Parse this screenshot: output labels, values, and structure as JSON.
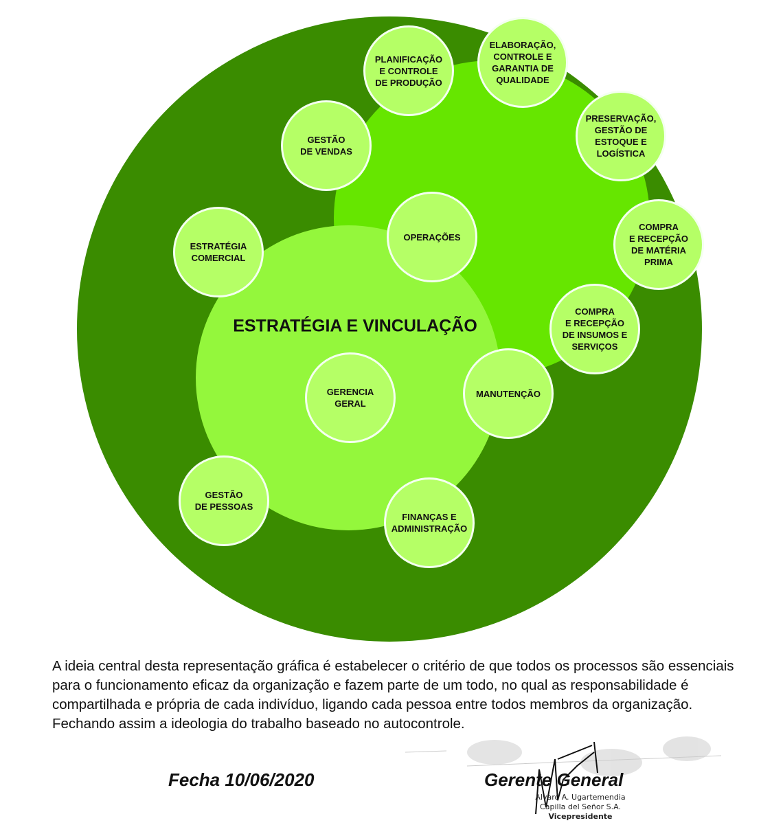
{
  "diagram": {
    "center_title": "ESTRATÉGIA E VINCULAÇÃO",
    "nodes": [
      {
        "id": "planificacao",
        "label": "PLANIFICAÇÃO\nE CONTROLE\nDE PRODUÇÃO"
      },
      {
        "id": "elaboracao",
        "label": "ELABORAÇÃO,\nCONTROLE E\nGARANTIA DE\nQUALIDADE"
      },
      {
        "id": "preservacao",
        "label": "PRESERVAÇÃO,\nGESTÃO DE\nESTOQUE E\nLOGÍSTICA"
      },
      {
        "id": "gestao-vendas",
        "label": "GESTÃO\nDE VENDAS"
      },
      {
        "id": "estrategia-comercial",
        "label": "ESTRATÉGIA\nCOMERCIAL"
      },
      {
        "id": "operacoes",
        "label": "OPERAÇÕES"
      },
      {
        "id": "compra-materia-prima",
        "label": "COMPRA\nE RECEPÇÃO\nDE MATÉRIA\nPRIMA"
      },
      {
        "id": "compra-insumos",
        "label": "COMPRA\nE RECEPÇÃO\nDE INSUMOS E\nSERVIÇOS"
      },
      {
        "id": "manutencao",
        "label": "MANUTENÇÃO"
      },
      {
        "id": "gerencia-geral",
        "label": "GERENCIA\nGERAL"
      },
      {
        "id": "gestao-pessoas",
        "label": "GESTÃO\nDE PESSOAS"
      },
      {
        "id": "financas",
        "label": "FINANÇAS E\nADMINISTRAÇÃO"
      }
    ],
    "colors": {
      "outer": "#3a8c00",
      "mid": "#66e600",
      "inner": "#94f73c",
      "node": "#b5ff66"
    }
  },
  "description": "A ideia central desta representação gráfica é estabelecer o critério de que todos os processos são essenciais para o funcionamento eficaz da organização e fazem parte de um todo, no qual as responsabilidade é compartilhada e própria de cada indivíduo, ligando cada pessoa entre todos membros da organização. Fechando assim a ideologia do trabalho baseado no autocontrole.",
  "footer": {
    "date": "Fecha 10/06/2020",
    "role": "Gerente General",
    "stamp": [
      "Alvaro A. Ugartemendia",
      "Capilla del Señor S.A.",
      "Vicepresidente"
    ]
  }
}
